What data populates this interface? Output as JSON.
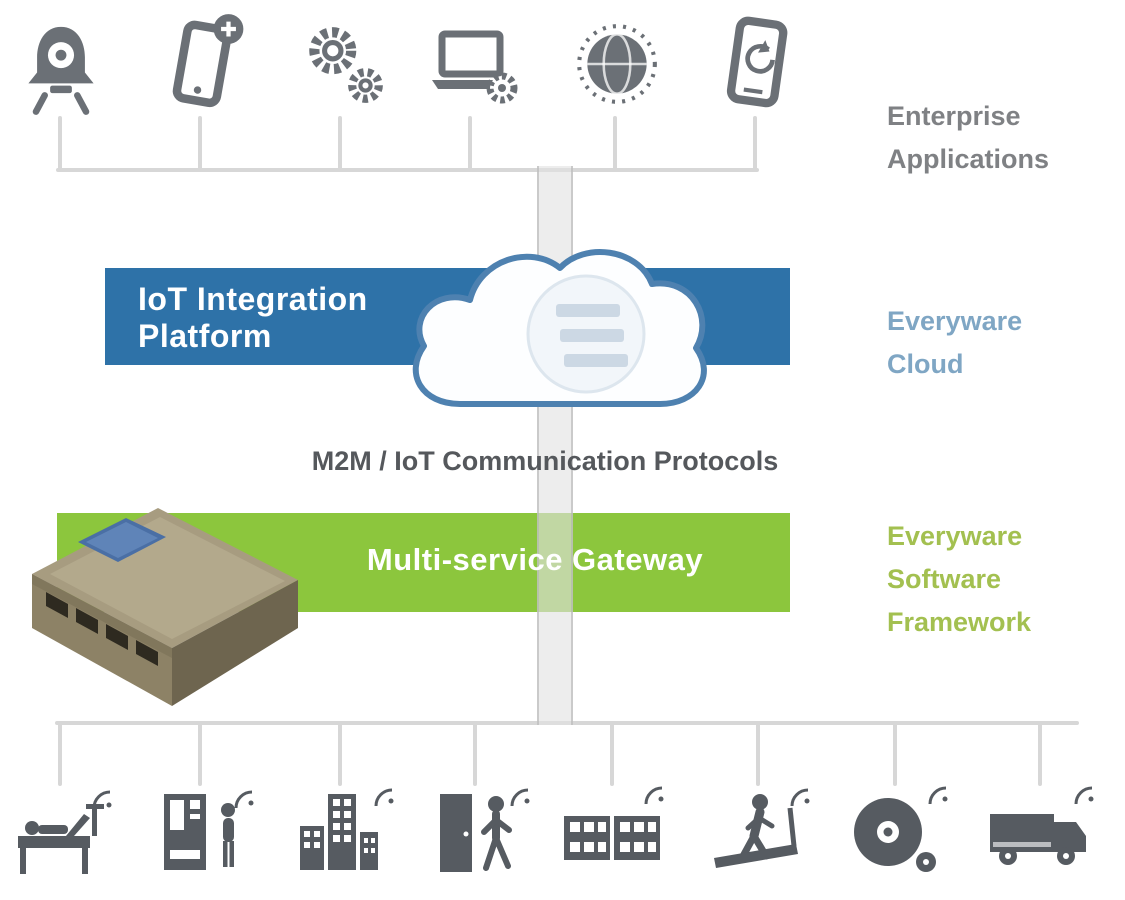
{
  "diagram": {
    "right_labels": {
      "enterprise_applications": "Enterprise Applications",
      "everyware_cloud": "Everyware Cloud",
      "everyware_software_framework": "Everyware Software Framework"
    },
    "center_labels": {
      "m2m_protocols": "M2M / IoT Communication Protocols"
    },
    "bars": {
      "iot_platform": {
        "label": "IoT Integration Platform",
        "color": "#2e72a8"
      },
      "gateway": {
        "label": "Multi-service Gateway",
        "color": "#8cc63d"
      }
    },
    "cloud": {
      "name": "cloud-with-server-list-icon",
      "outline_color": "#4e81b0"
    },
    "gateway_device": {
      "name": "multi-service-gateway-hardware-image"
    },
    "top_icons": [
      {
        "name": "alert-bell-icon"
      },
      {
        "name": "mobile-notification-icon"
      },
      {
        "name": "gears-icon"
      },
      {
        "name": "laptop-gear-icon"
      },
      {
        "name": "globe-icon"
      },
      {
        "name": "mobile-sync-icon"
      }
    ],
    "bottom_icons": [
      {
        "name": "hospital-bed-icon"
      },
      {
        "name": "vending-machine-icon"
      },
      {
        "name": "city-buildings-icon"
      },
      {
        "name": "access-door-icon"
      },
      {
        "name": "control-grid-icon"
      },
      {
        "name": "treadmill-icon"
      },
      {
        "name": "cable-reel-icon"
      },
      {
        "name": "delivery-truck-icon"
      }
    ],
    "colors": {
      "blue_bar": "#2e72a8",
      "green_bar": "#8cc63d",
      "enterprise_text": "#7f8184",
      "cloud_text": "#7fa6c4",
      "esf_text": "#a3c050",
      "m2m_text": "#55585c",
      "top_icon_gray": "#6b7076",
      "bottom_icon_gray": "#565b61",
      "connector_gray": "#d7d7d7"
    }
  }
}
